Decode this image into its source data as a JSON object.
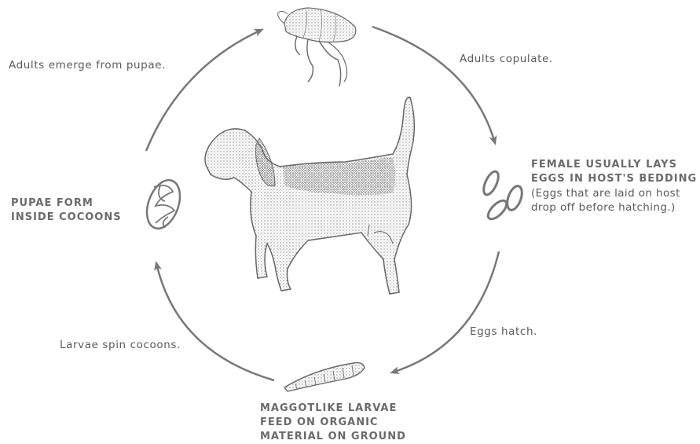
{
  "labels": {
    "adults_emerge": "Adults emerge from pupae.",
    "adults_copulate": "Adults copulate.",
    "eggs_hatch": "Eggs hatch.",
    "larvae_spin": "Larvae spin cocoons."
  },
  "pupae": {
    "line1": "PUPAE FORM",
    "line2": "INSIDE COCOONS"
  },
  "female": {
    "line1": "FEMALE USUALLY LAYS",
    "line2": "EGGS IN HOST'S BEDDING",
    "line3": "(Eggs that are laid on host",
    "line4": "drop off before hatching.)"
  },
  "larvae": {
    "line1": "MAGGOTLIKE LARVAE",
    "line2": "FEED ON ORGANIC",
    "line3": "MATERIAL ON GROUND"
  },
  "colors": {
    "stroke": "#777777",
    "text": "#5a5a5a",
    "stipple": "#888888"
  }
}
